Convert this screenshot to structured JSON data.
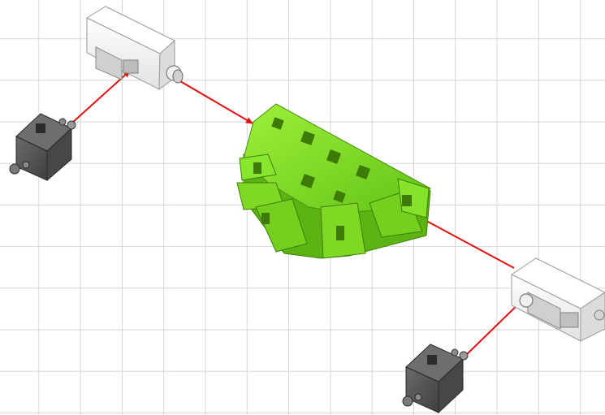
{
  "diagram": {
    "kind": "assembly-exploded-view",
    "colors": {
      "background": "#ffffff",
      "grid": "#d6d6d6",
      "main_part": "#7fe01f",
      "main_part_shadow": "#4e9a0c",
      "connector": "#f4f4f4",
      "connector_edge": "#8a8a8a",
      "cube": "#5b5b5b",
      "cube_dark": "#3a3a3a",
      "arrow": "#e01010"
    },
    "parts": [
      {
        "id": "green-multi-connector",
        "icon": "green-star-block"
      },
      {
        "id": "white-connector-top",
        "icon": "white-slot-connector"
      },
      {
        "id": "white-connector-bottom",
        "icon": "white-slot-connector"
      },
      {
        "id": "gray-cube-top",
        "icon": "gray-pin-cube"
      },
      {
        "id": "gray-cube-bottom",
        "icon": "gray-pin-cube"
      }
    ],
    "arrows": [
      {
        "from": "gray-cube-top",
        "to": "white-connector-top"
      },
      {
        "from": "white-connector-top",
        "to": "green-multi-connector"
      },
      {
        "from": "white-connector-bottom",
        "to": "green-multi-connector"
      },
      {
        "from": "gray-cube-bottom",
        "to": "white-connector-bottom"
      }
    ]
  }
}
